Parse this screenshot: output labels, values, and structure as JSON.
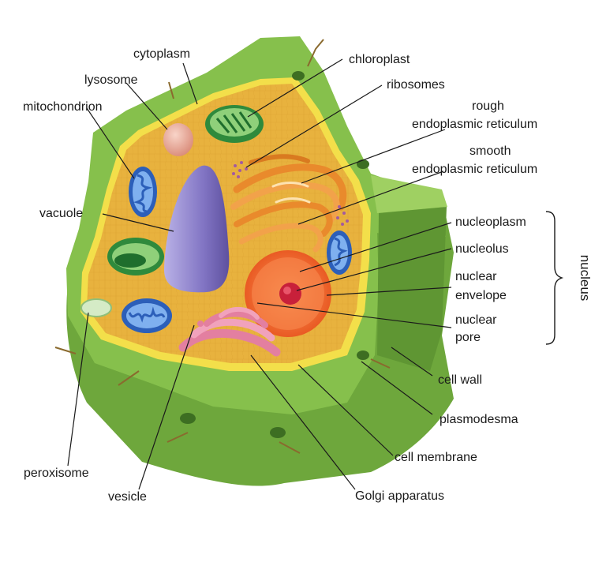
{
  "labels": {
    "cytoplasm": "cytoplasm",
    "chloroplast": "chloroplast",
    "lysosome": "lysosome",
    "ribosomes": "ribosomes",
    "mitochondrion": "mitochondrion",
    "rough_er_1": "rough",
    "rough_er_2": "endoplasmic reticulum",
    "smooth_er_1": "smooth",
    "smooth_er_2": "endoplasmic reticulum",
    "vacuole": "vacuole",
    "nucleoplasm": "nucleoplasm",
    "nucleolus": "nucleolus",
    "nuclear_envelope_1": "nuclear",
    "nuclear_envelope_2": "envelope",
    "nuclear_pore_1": "nuclear",
    "nuclear_pore_2": "pore",
    "nucleus": "nucleus",
    "cell_wall": "cell wall",
    "plasmodesma": "plasmodesma",
    "cell_membrane": "cell membrane",
    "golgi": "Golgi apparatus",
    "peroxisome": "peroxisome",
    "vesicle": "vesicle"
  },
  "colors": {
    "cell_wall": "#7cb342",
    "cell_wall_dark": "#5a8f2e",
    "cytoplasm": "#e9b440",
    "membrane": "#f4e04d",
    "vacuole": "#8b7fc6",
    "mitochondrion": "#4f7fd6",
    "chloroplast": "#3f9a4a",
    "golgi": "#e37fa0",
    "er": "#e98a2c",
    "nucleus": "#f06a2a",
    "nucleolus": "#c8203a",
    "lysosome": "#e9a895",
    "peroxisome": "#cfe4c0"
  }
}
